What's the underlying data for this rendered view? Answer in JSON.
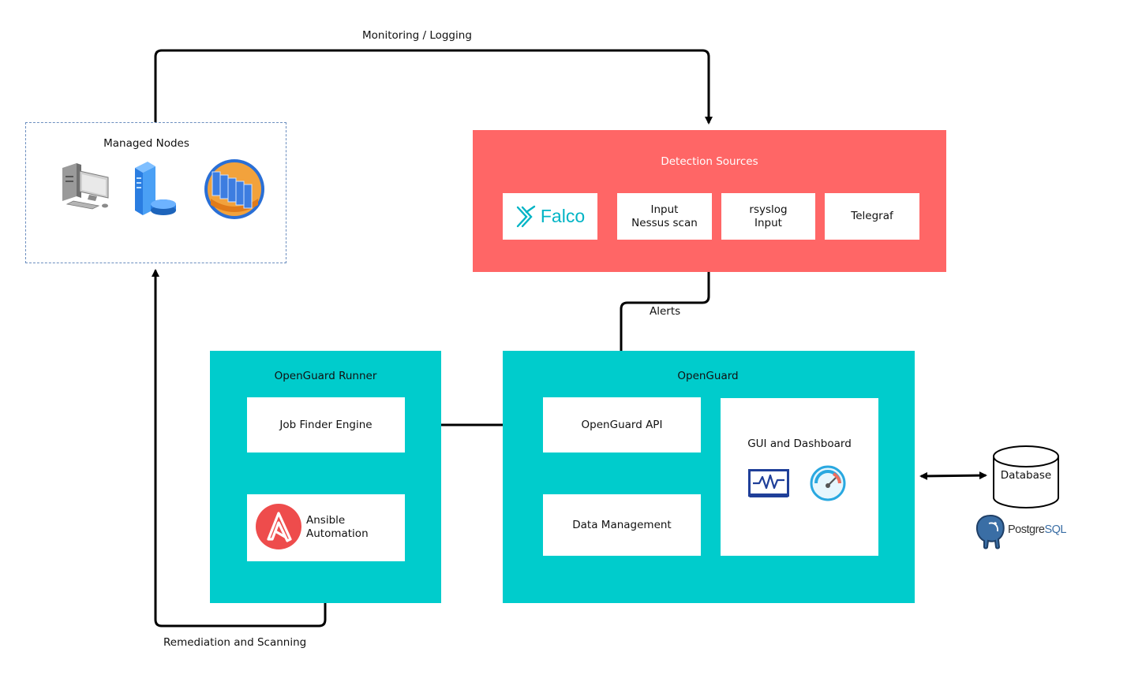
{
  "labels": {
    "monitoring": "Monitoring / Logging",
    "alerts": "Alerts",
    "remediation": "Remediation and Scanning"
  },
  "managed_nodes": {
    "title": "Managed Nodes",
    "icons": [
      "desktop-computer-icon",
      "server-icon",
      "server-cluster-icon"
    ]
  },
  "detection": {
    "title": "Detection Sources",
    "color": "#FF6666",
    "falco": "Falco",
    "falco_color": "#00B4C5",
    "nessus_line1": "Input",
    "nessus_line2": "Nessus scan",
    "rsyslog_line1": "rsyslog",
    "rsyslog_line2": "Input",
    "telegraf": "Telegraf"
  },
  "runner": {
    "title": "OpenGuard Runner",
    "color": "#00CCCC",
    "job_finder": "Job Finder Engine",
    "ansible_line1": "Ansible",
    "ansible_line2": "Automation",
    "ansible_icon": "ansible-logo-icon",
    "ansible_color": "#EE4C4C"
  },
  "openguard": {
    "title": "OpenGuard",
    "color": "#00CCCC",
    "api": "OpenGuard API",
    "data_mgmt": "Data Management",
    "gui": "GUI and Dashboard",
    "gui_icons": [
      "activity-monitor-icon",
      "speedometer-icon"
    ]
  },
  "database": {
    "label": "Database",
    "logo_text_a": "Postgre",
    "logo_text_b": "SQL"
  }
}
